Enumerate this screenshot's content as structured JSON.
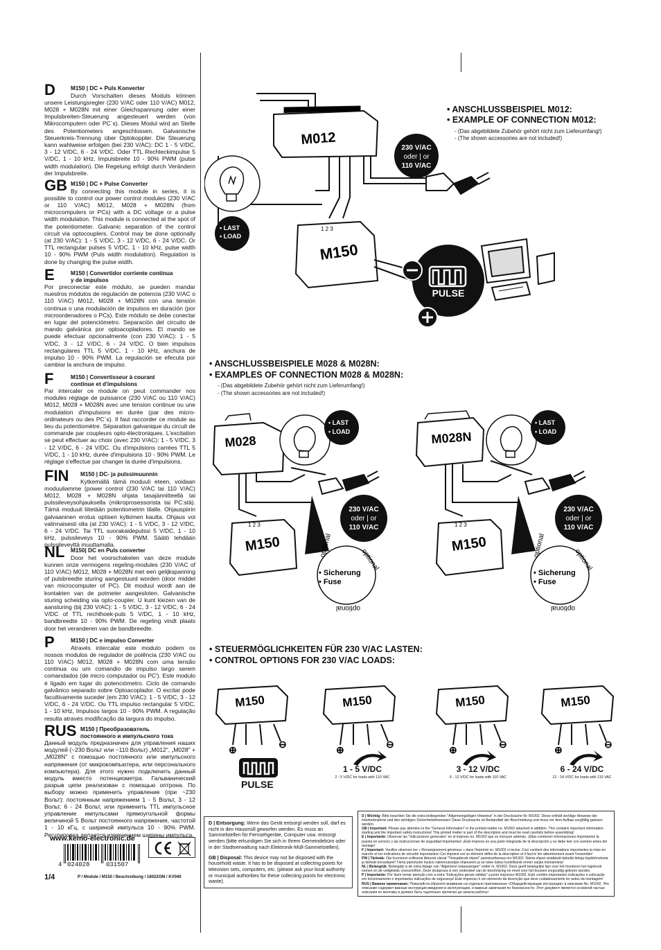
{
  "languages": [
    {
      "code": "D",
      "title": "M150 | DC + Puls Konverter",
      "title2": "",
      "text": "Durch Vorschalten dieses Moduls können unsere Leistungsregler (230 V/AC oder 110 V/AC) M012, M028 + M028N mit einer Gleichspannung oder einer Impulsbreiten-Steuerung angesteuert werden (von Mikrocomputern oder PC´s). Dieses Modul wird an Stelle des Potentiometers angeschlossen. Galvanische Steuerkreis-Trennung über Optokoppler. Die Steuerung kann wahlweise erfolgen (bei 230 V/AC): DC 1 - 5 V/DC, 3 - 12 V/DC, 6 - 24 V/DC. Oder TTL Rechteckimpulse 5 V/DC, 1 - 10 kHz, Impulsbreite 10 - 90% PWM (pulse width modulation). Die Regelung erfolgt durch Verändern der Impulsbreite."
    },
    {
      "code": "GB",
      "title": "M150 | DC + Pulse Converter",
      "title2": "",
      "text": "By connecting this module in series, it is possible to control our power control modules (230 V/AC or 110 V/AC) M012, M028 + M028N (from microcomputers or PCs) with a DC voltage or a pulse width modulation. This module is connected at the spot of the potentiometer. Galvanic separation of the control circuit via optocouplers. Control may be done optionally (at 230 V/AC): 1 - 5 V/DC, 3 - 12 V/DC, 6 - 24 V/DC. Or TTL rectangular pulses 5 V/DC, 1 - 10 kHz, pulse width 10 - 90% PWM (Puls width modulation). Regulation is done by changing the pulse width."
    },
    {
      "code": "E",
      "title": "M150 | Convertidor corriente continua",
      "title2": "y de impulsos",
      "text": "Por preconectar este módulo, se pueden mandar nuestros módulos de regulación de potencia (230 V/AC o 110 V/AC) M012, M028 + M028N con una tensión continua o una modulación de impulsos en duración (por microordenadores o PCs). Este módulo se debe conectar en lugar del potenciómetro. Separación del circuito de mando galvánica por optoacopladores. El mando se puede efectuar opcionalmente (con 230 V/AC): 1 - 5 V/DC, 3 - 12 V/DC, 6 - 24 V/DC. O bien impulsos rectangulares TTL 5 V/DC, 1 - 10 kHz, anchura de impulso 10 - 90% PWM. La regulación se efecuta por cambiar la anchura de impulso."
    },
    {
      "code": "F",
      "title": "M150 | Convertisseur à courant",
      "title2": "continue et d'impulsions",
      "text": "Par intercaler ce module on peut commander nos modules réglage de puissance (230 V/AC ou 110 V/AC) M012, M028 + M028N avec une tension continue ou une modulation d'impulsions en durée (par des micro-ordinateurs ou des PC´s). Il faut raccorder ce module au lieu du potentiomètre. Séparation galvanique du circuit de commande par coupleurs opto-électroniques. L'excitation se peut effectuer au choix (avec 230 V/AC): 1 - 5 V/DC, 3 - 12 V/DC, 6 - 24 V/DC. Ou d'impulsions carrées TTL 5 V/DC, 1 - 10 kHz, durée d'impulsions 10 - 90% PWM. Le réglage s'effectue par changer la durée d'impulsions."
    },
    {
      "code": "FIN",
      "title": "M150 | DC- ja pulssimuunnin",
      "title2": "",
      "text": "Kytkemällä tämä moduuli eteen, voidaan moduuliamme (power control (230 V/AC tai 110 V/AC) M012, M028 + M028N ohjata tasajännitteellä tai pulssileveysohjauksella (mikroprosessorista tai PC:stä). Tämä moduuli liitetään potentiometrin tilalle. Ohjauspiirin galvaaninen erotus optisen kytkimen kautta. Ohjaus voi valinnaisesti olla (at 230 V/AC): 1 - 5 V/DC, 3 - 12 V/DC, 6 - 24 V/DC. Tai TTL suorakaidepulssi 5 V/DC, 1 - 10 kHz, pulssileveys 10 - 90% PWM. Säätö tehdään pulssileveyttä muuttamalla."
    },
    {
      "code": "NL",
      "title": "M150| DC en Puls converter",
      "title2": "",
      "text": "Door het voorschakelen van deze module kunnen onze vermogens regeling-modules (230 V/AC of 110 V/AC) M012, M028 + M028N met een gelijkspanning of pulsbreedte sturing aangestuurd worden (door middel van microcomputer of PC). Dit moduul wordt aan de kontakten van de potmeter aangesloten. Galvanische sturing scheiding via opto-coupler. U kunt kiezen van de aansturing (bij 230 V/AC): 1 - 5 V/DC, 3 - 12 V/DC, 6 - 24 V/DC of TTL rechthoek-puls 5 V/DC, 1 - 10 kHz, bandbreedte 10 - 90% PWM. De regeling vindt plaats door het veranderen van de bandbreedte."
    },
    {
      "code": "P",
      "title": "M150 | DC e impulso Converter",
      "title2": "",
      "text": "Através intercalar este modulo podem os nossos modulos de regulador de potência (230 V/AC ou 110 V/AC) M012, M028 + M028N com uma tensão continua ou um comandio de impulso largo serem comandados (de micro computador ou PC'). Este modulo é ligado em lugar do potenciómetro. Ciclo de comando galvânico separado sobre Optoacoplador. O excitar pode facultivamente suceder (em 230 V/AC): 1 - 5 V/DC, 3 - 12 V/DC, 6 - 24 V/DC. Ou TTL impulso rectangular 5 V/DC, 1 - 10 kHz, Impulsos largos 10 - 90% PWM. A regulação resulta através modificação da largura do impulso."
    },
    {
      "code": "RUS",
      "title": "M150 | Преобразователь",
      "title2": "постоянного и импульсного тока",
      "text": "Данный модуль предназначен для управления наших модулей (~230 Вольт или ~110 Вольт) „M012\", „M028\" + „M028N\" с помощью постоянного или импульсного напряжения (от микрокомпьютера, или персонального компьютера). Для этого нужно подключить данный модуль вместо потенциометра. Гальванический разрыв цепи реализован с помощью оптрона. По выбору можно применить управление (при ~230 Вольт): постоянным напряжением 1 - 5 Вольт, 3 - 12 Вольт, 6 - 24 Вольт, или применить TTL импульсное управление импульсами прямоугольной формы величиной 5 Вольт постоянного напряжения, частотой 1 - 10 кГц, с шириной импульса 10 - 90% PWM. Регулировка делается изменением ширины импульса."
    }
  ],
  "footer": {
    "website": "www.kemo-electronic.de",
    "barcode_left": "4",
    "barcode_mid": "024028",
    "barcode_right": "031507",
    "page": "1/4",
    "doc": "P / Module / M150 / Beschreibung / 18022OM / KV040"
  },
  "sections": {
    "m012": {
      "h1": "• ANSCHLUSSBEISPIEL M012:",
      "h2": "• EXAMPLE OF CONNECTION M012:",
      "n1": "- (Das abgebildete Zubehör gehört nicht zum Lieferumfang!)",
      "n2": "- (The shown accessories are not included!)"
    },
    "m028": {
      "h1": "• ANSCHLUSSBEISPIELE M028 & M028N:",
      "h2": "• EXAMPLES OF CONNECTION M028 & M028N:",
      "n1": "- (Das abgebildete Zubehör gehört nicht zum Lieferumfang!)",
      "n2": "- (The shown accessories are not included!)"
    },
    "control": {
      "h1": "• STEUERMÖGLICHKEITEN FÜR 230 V/AC LASTEN:",
      "h2": "• CONTROL OPTIONS FOR 230 V/AC LOADS:"
    }
  },
  "labels": {
    "m012": "M012",
    "m150": "M150",
    "m028": "M028",
    "m028n": "M028N",
    "last": "• LAST",
    "load": "• LOAD",
    "v230": "230 V/AC",
    "oder": "oder | or",
    "v110": "110 V/AC",
    "pulse": "PULSE",
    "sicherung": "• Sicherung",
    "fuse": "• Fuse",
    "optional": "optional",
    "pins": "1 2 3"
  },
  "control_options": [
    {
      "range": "1 - 5 V/DC",
      "sub": "2 - 5 V/DC for loads with 110 VAC"
    },
    {
      "range": "3 - 12 V/DC",
      "sub": "6 - 12 V/DC for loads with 110 VAC"
    },
    {
      "range": "6 - 24 V/DC",
      "sub": "12 - 24 V/DC for loads with 110 VAC"
    }
  ],
  "disposal": [
    {
      "label": "D | Entsorgung:",
      "text": "Wenn das Gerät entsorgt werden soll, darf es nicht in den Hausmüll geworfen werden. Es muss an Sammelstellen für Fernsehgeräte, Computer usw. entsorgt werden (bitte erkundigen Sie sich in Ihrem Gemeindebüro oder in der Stadtverwaltung nach Elektronik-Müll-Sammelstellen)."
    },
    {
      "label": "GB | Disposal:",
      "text": "This device may not be disposed with the household waste. It has to be disposed at collecting points for television sets, computers, etc. (please ask your local authority or municipal authorities for these collecting points for electronic waste)."
    }
  ],
  "notices": [
    {
      "label": "D | Wichtig:",
      "text": "Bitte beachten Sie die extra beiliegenden \"Allgemeingültigen Hinweise\" in der Drucksache Nr. M1002. Diese enthält wichtige Hinweise der Inbetriebnahme und den wichtigen Sicherheitshinweisen! Diese Drucksache ist Bestandteil der Beschreibung und muss vor dem Aufbau sorgfältig gelesen werden."
    },
    {
      "label": "GB | Important:",
      "text": "Please pay attention to the \"General Information\" in the printed matter no. M1002 attached in addition. This contains important information starting and the important safety instructions! This printed matter is part of the description and must be read carefully before assembling!"
    },
    {
      "label": "E | Importante:",
      "text": "Observar las \"Indicaciones generales\" en el impreso no. M1002 que se incluyen además. ¡Ellas contienen informaciones importantes la puesta en servicio y las instrucciones de seguridad importantes! ¡Este impreso es una parte integrante de la descripción y se debe leer con esmero antes del montaje!"
    },
    {
      "label": "F | Important:",
      "text": "Veuillez observer les « Renseignement généraux » dans l'imprimé no. M1002 ci-inclus. Ceci contient des informations importantes la mise en marche et les indications de sécurité importantes! Cet imprimé est un élément défini de la description et il faut le lire attentivement avant l'ensemble!"
    },
    {
      "label": "FIN | Tärkeää:",
      "text": "Ota huomioon erillisenä liitteenä olevat \"Yleispätevät ohjeet\" painotuotteessa nro M1002. Nämä ohjeet sisältävät tärkeitä tietoja käyttöönotosta ja tärkeät turvaohjeet! Tämä painotuote kuuluu rakennusseljan ohjeeseen ja se tulee lukea huolellisesti ennen sarjan kokoamista!"
    },
    {
      "label": "NL | Belangrijk:",
      "text": "Belangrijk is de extra bijlage van \"Algemene toepassingen\" onder nr. M1002. Deze geeft belangrijke tips voor het monteren het ingebruik nemen en de veiligheids voorschriften. Deze drukproza is een onderdeel van de beschrijving en moet voor het bouwen zorgvuldig gelezen worden."
    },
    {
      "label": "P | Importante:",
      "text": "Por favor tomar atenção com a extra \"Indicações gerais válidas\" a junto impresso M1002. Este contém importantes indicações e colocação em funcionamento e importantes indicações de segurança! Este impresso é um elemento da descrição que deve cuidadosamente ler antes da montagem!"
    },
    {
      "label": "RUS | Важное примечание:",
      "text": "Пожалуйста обратите внимание на отдельно приложенные «Общедействующие инструкции» в описании No. M1002. Это описание содержит важные инструкции введения в эксплуатацию, и важные замечания по безопасности. Этот документ является основной частью описания по монтажу и должен быть тщательно прочитан до начала работы!"
    }
  ]
}
